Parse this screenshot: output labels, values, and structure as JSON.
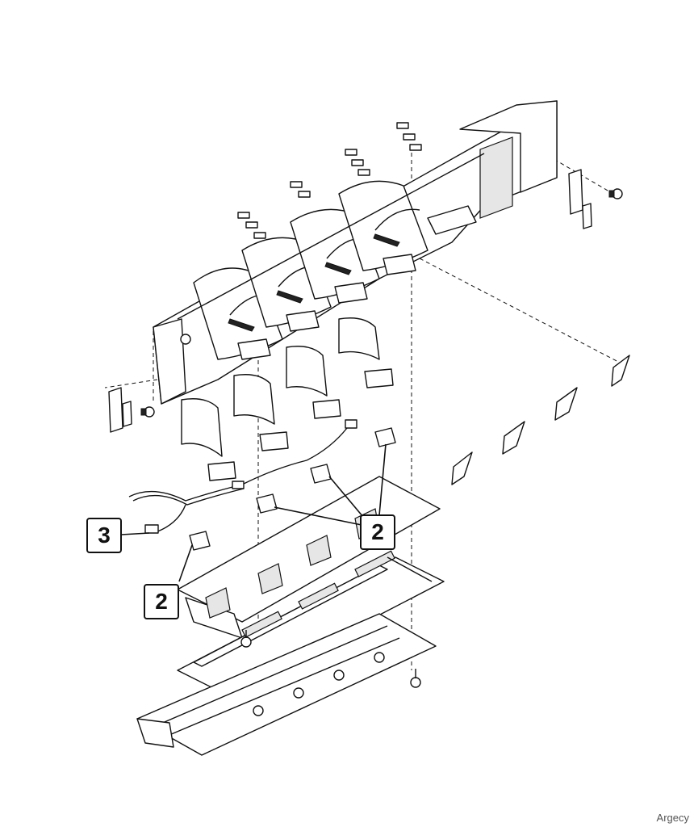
{
  "callouts": [
    {
      "id": "c3",
      "label": "3"
    },
    {
      "id": "c2a",
      "label": "2"
    },
    {
      "id": "c2b",
      "label": "2"
    }
  ],
  "brand": "Argecy"
}
